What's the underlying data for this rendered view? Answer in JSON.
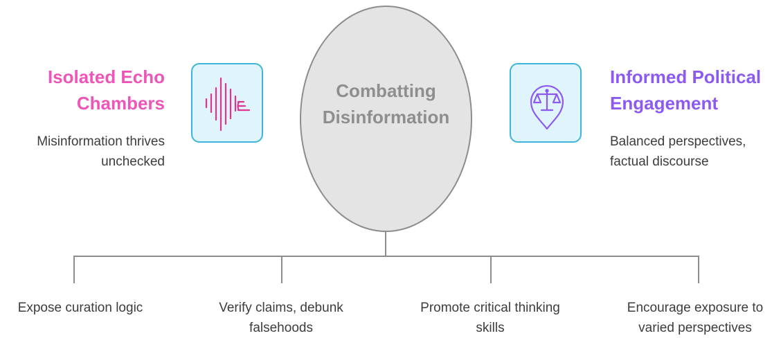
{
  "center": {
    "title": "Combatting\nDisinformation"
  },
  "left": {
    "title": "Isolated Echo\nChambers",
    "description": "Misinformation thrives\nunchecked",
    "icon": "sound-wave-icon",
    "color": "#ee55b8"
  },
  "right": {
    "title": "Informed Political\nEngagement",
    "description": "Balanced perspectives,\nfactual discourse",
    "icon": "balance-scale-pin-icon",
    "color": "#8c5af0"
  },
  "tile_colors": {
    "border": "#3cb4dc",
    "fill": "#e0f4fc"
  },
  "strategies": [
    {
      "label": "Expose curation logic"
    },
    {
      "label": "Verify claims, debunk\nfalsehoods"
    },
    {
      "label": "Promote critical thinking\nskills"
    },
    {
      "label": "Encourage exposure to\nvaried perspectives"
    }
  ]
}
